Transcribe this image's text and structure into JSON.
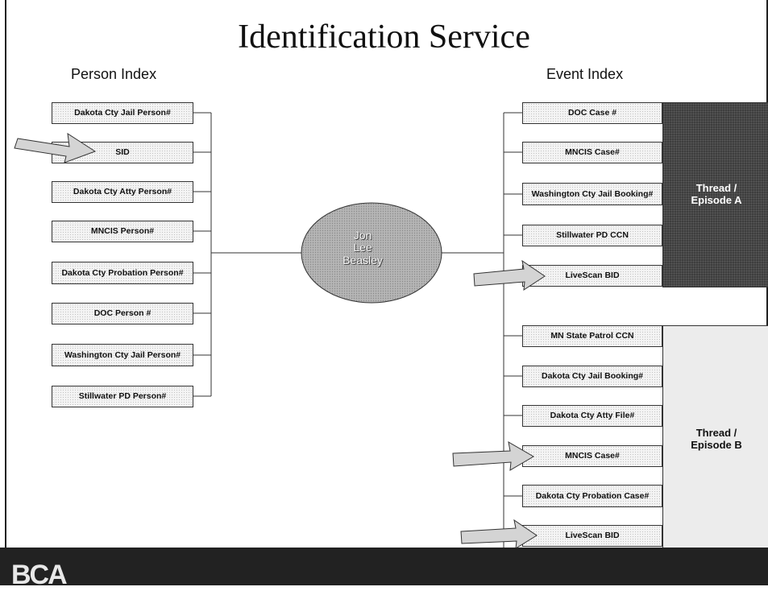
{
  "title": "Identification Service",
  "person_heading": "Person Index",
  "event_heading": "Event Index",
  "person_items": [
    "Dakota Cty Jail Person#",
    "SID",
    "Dakota Cty Atty Person#",
    "MNCIS Person#",
    "Dakota Cty Probation Person#",
    "DOC Person #",
    "Washington Cty Jail Person#",
    "Stillwater PD Person#"
  ],
  "center_name": "Jon\nLee\nBeasley",
  "thread_a": {
    "label": "Thread /\nEpisode A",
    "items": [
      "DOC Case #",
      "MNCIS Case#",
      "Washington Cty Jail Booking#",
      "Stillwater PD CCN",
      "LiveScan BID"
    ]
  },
  "thread_b": {
    "label": "Thread /\nEpisode B",
    "items": [
      "MN State Patrol CCN",
      "Dakota Cty Jail Booking#",
      "Dakota Cty Atty File#",
      "MNCIS Case#",
      "Dakota Cty Probation Case#",
      "LiveScan BID"
    ]
  },
  "logo": "BCA",
  "colors": {
    "thread_a_fill": "#3e3e3e",
    "thread_b_fill": "#ececec",
    "footer": "#222222",
    "arrow_fill": "#d4d4d4",
    "ellipse_fill": "#a9a9a9"
  }
}
